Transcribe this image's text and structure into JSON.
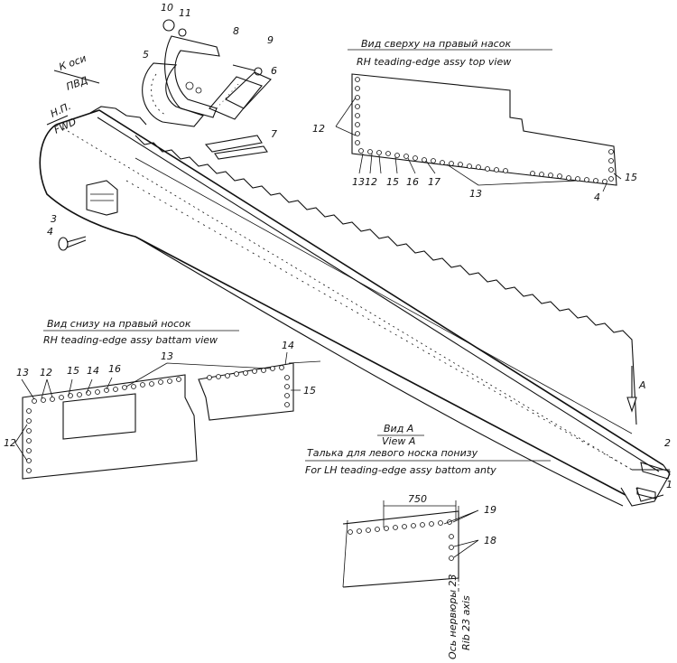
{
  "captions": {
    "to_axis": "К оси",
    "nvd": "ПВД",
    "np": "Н.П.",
    "fwd": "FWD",
    "top_view_ru": "Вид сверху на правый насок",
    "top_view_en": "RH teading-edge assy top view",
    "bottom_view_ru": "Вид снизу на правый носок",
    "bottom_view_en": "RH teading-edge assy battam view",
    "view_a_ru": "Вид А",
    "view_a_en": "View A",
    "view_a_note_ru": "Талька для левого носка понизу",
    "view_a_note_en": "For LH teading-edge assy battom anty",
    "arrow_a": "A",
    "dimension_750": "750",
    "rib_axis_ru": "Ось нервюры 23",
    "rib_axis_en": "Rib 23 axis"
  },
  "callouts": {
    "c1": "1",
    "c2": "2",
    "c3": "3",
    "c4": "4",
    "c5": "5",
    "c6": "6",
    "c7": "7",
    "c8": "8",
    "c9": "9",
    "c10": "10",
    "c11": "11",
    "t12a": "12",
    "t13a": "13",
    "t12b": "12",
    "t15a": "15",
    "t16a": "16",
    "t17a": "17",
    "t13b": "13",
    "t4a": "4",
    "t15b": "15",
    "b13a": "13",
    "b12a": "12",
    "b15a": "15",
    "b14a": "14",
    "b16a": "16",
    "b13b": "13",
    "b14b": "14",
    "b15b": "15",
    "b12b": "12",
    "v19": "19",
    "v18": "18"
  }
}
